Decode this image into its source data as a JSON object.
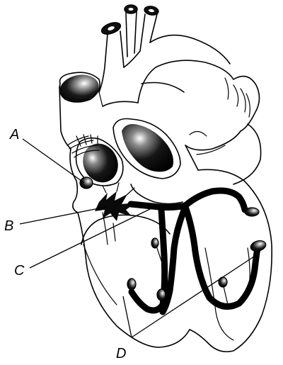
{
  "labels": {
    "a": "A",
    "b": "B",
    "c": "C",
    "d": "D"
  },
  "colors": {
    "line": "#000000",
    "background": "#ffffff",
    "vessel_fill": "#1a1a1a",
    "highlight": "#ffffff"
  }
}
